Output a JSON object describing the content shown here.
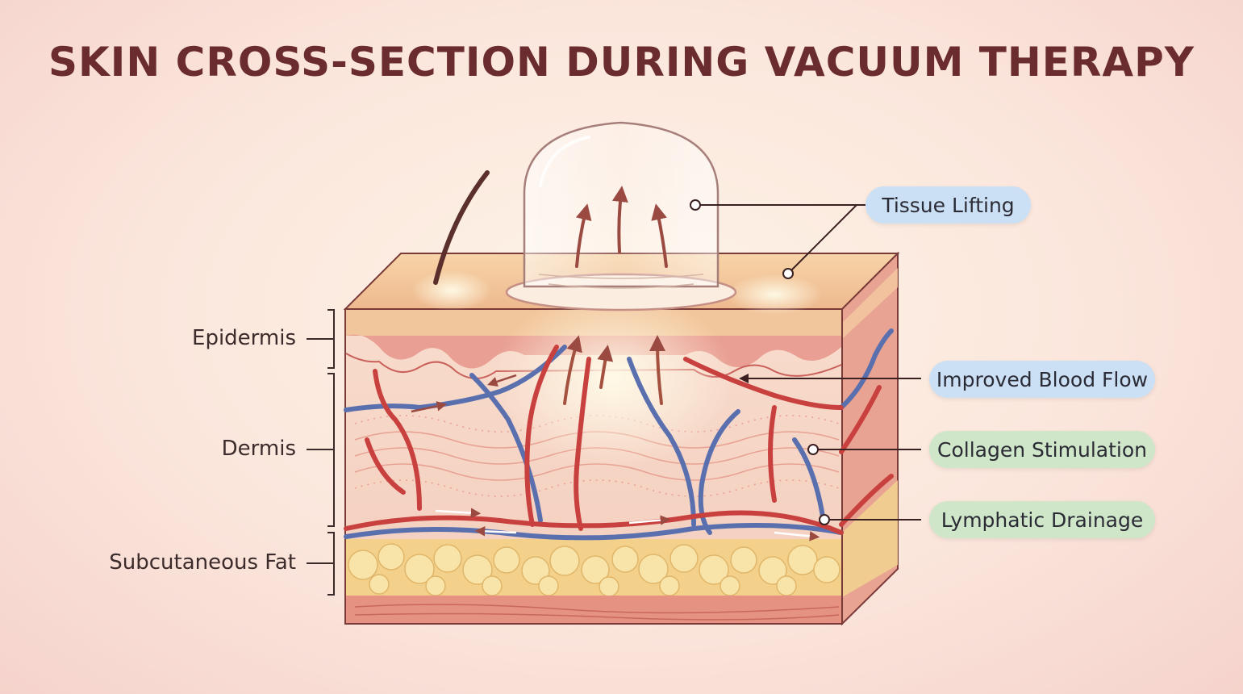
{
  "title": "SKIN CROSS-SECTION DURING VACUUM THERAPY",
  "layers": {
    "epidermis": "Epidermis",
    "dermis": "Dermis",
    "fat": "Subcutaneous Fat"
  },
  "callouts": {
    "tissue_lifting": "Tissue Lifting",
    "blood_flow": "Improved Blood Flow",
    "collagen": "Collagen Stimulation",
    "lymphatic": "Lymphatic Drainage"
  },
  "colors": {
    "title": "#6a2c2e",
    "artery": "#c9413f",
    "vein": "#5a6fae",
    "epidermis": "#f0c39a",
    "dermis": "#f6d4c7",
    "fat": "#f4d58d",
    "callout_blue": "#cbe0f4",
    "callout_green": "#cfe6c9"
  }
}
